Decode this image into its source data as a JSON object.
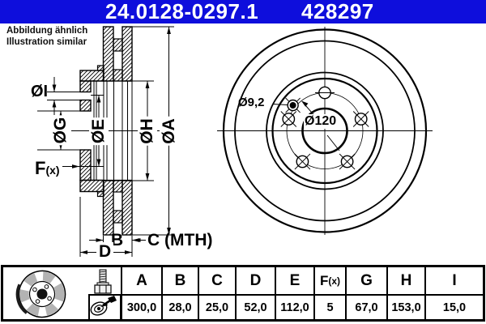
{
  "title": {
    "part_number": "24.0128-0297.1",
    "ref_number": "428297"
  },
  "note": {
    "line1": "Abbildung ähnlich",
    "line2": "Illustration similar"
  },
  "colors": {
    "header_blue": "#0e0edc",
    "line_black": "#000000",
    "paper_white": "#ffffff"
  },
  "section_labels": {
    "dia_i": "ØI",
    "dia_g": "ØG",
    "dia_e": "ØE",
    "dia_h": "ØH",
    "dia_a": "ØA",
    "f_label": "F",
    "f_suffix": "(x)",
    "b": "B",
    "c": "C (MTH)",
    "d": "D"
  },
  "front_labels": {
    "pin_hole_dia": "Ø9,2",
    "bolt_circle_dia": "Ø120"
  },
  "icons": [
    "brake-disc-photo-icon",
    "bolt-icon",
    "mounting-direction-icon"
  ],
  "table": {
    "columns": [
      {
        "label": "A",
        "suffix": "",
        "value": "300,0"
      },
      {
        "label": "B",
        "suffix": "",
        "value": "28,0"
      },
      {
        "label": "C",
        "suffix": "",
        "value": "25,0"
      },
      {
        "label": "D",
        "suffix": "",
        "value": "52,0"
      },
      {
        "label": "E",
        "suffix": "",
        "value": "112,0"
      },
      {
        "label": "F",
        "suffix": "(x)",
        "value": "5"
      },
      {
        "label": "G",
        "suffix": "",
        "value": "67,0"
      },
      {
        "label": "H",
        "suffix": "",
        "value": "153,0"
      },
      {
        "label": "I",
        "suffix": "",
        "value": "15,0"
      }
    ]
  }
}
